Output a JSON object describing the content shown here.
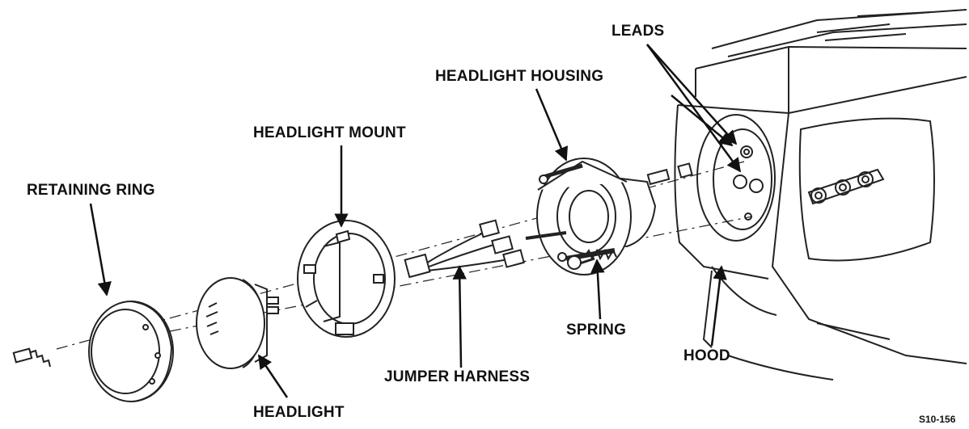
{
  "labels": {
    "leads": "LEADS",
    "headlight_housing": "HEADLIGHT HOUSING",
    "headlight_mount": "HEADLIGHT MOUNT",
    "retaining_ring": "RETAINING RING",
    "jumper_harness": "JUMPER HARNESS",
    "spring": "SPRING",
    "hood": "HOOD",
    "headlight": "HEADLIGHT"
  },
  "figure_code": "S10-156"
}
